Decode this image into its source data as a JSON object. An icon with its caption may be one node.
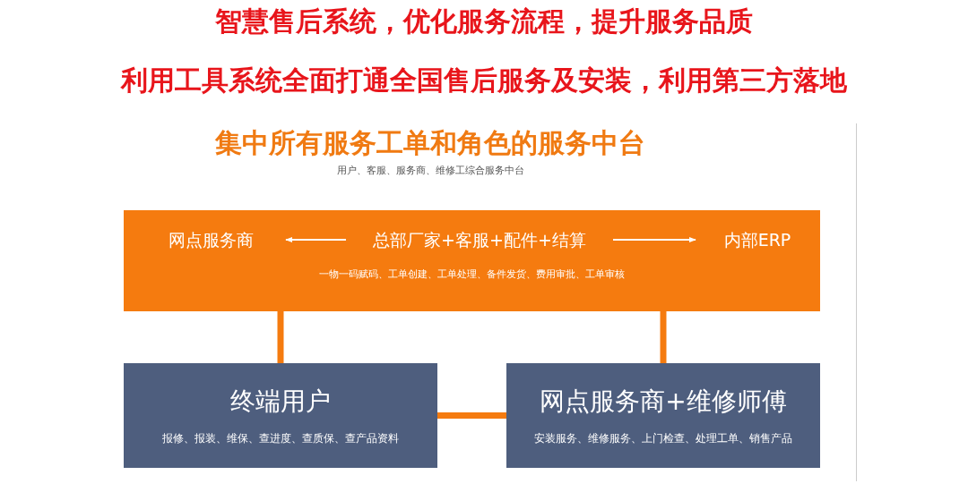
{
  "diagram": {
    "title": "智慧售后系统，优化服务流程，提升服务品质",
    "nodes": [
      {
        "text": [
          "一物一码赋码、工单创建、工单处理、备件发货、费用审批、工单审核"
        ]
      },
      {
        "text": [
          "网点服务商"
        ],
        "in": 0
      },
      {
        "text": [
          "总部厂家+客服+配件+结算"
        ],
        "in": 0
      },
      {
        "text": [
          "内部ERP"
        ],
        "in": 0
      },
      {
        "text": [
          "终端用户",
          "报修、报装、维保、查进度、查质保、查产品资料"
        ]
      },
      {
        "text": [
          "网点服务商+维修师傅",
          "安装服务、维修服务、上门检查、处理工单、销售产品"
        ]
      }
    ],
    "edges": [
      {
        "from": 2,
        "to": 1,
        "arrow": "to",
        "color": "#ffffff"
      },
      {
        "from": 2,
        "to": 3,
        "arrow": "to",
        "color": "#ffffff"
      },
      {
        "from": 0,
        "to": 4,
        "arrow": "none"
      },
      {
        "from": 0,
        "to": 5,
        "arrow": "none"
      },
      {
        "from": 4,
        "to": 5,
        "arrow": "none"
      }
    ],
    "labels": [
      "利用工具系统全面打通全国售后服务及安装，利用第三方落地",
      "集中所有服务工单和角色的服务中台",
      "用户、客服、服务商、维修工综合服务中台"
    ]
  }
}
